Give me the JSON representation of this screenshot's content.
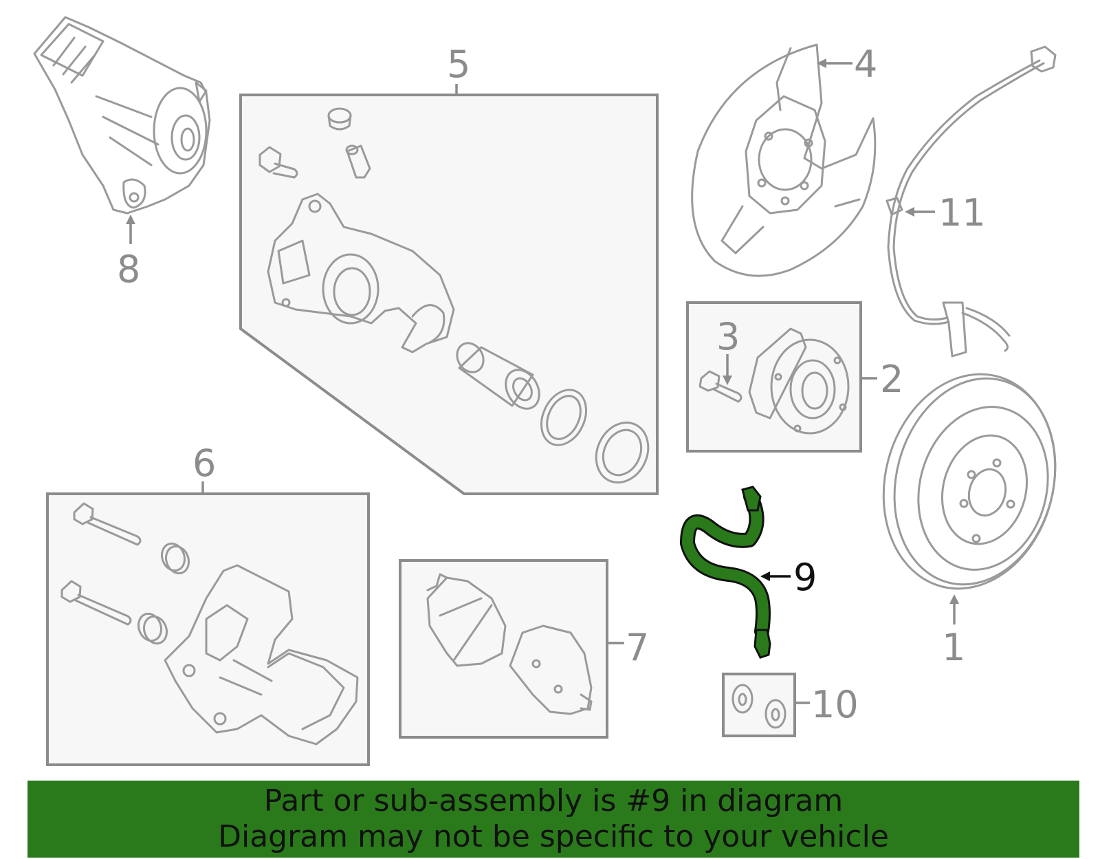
{
  "callouts": {
    "c1": "1",
    "c2": "2",
    "c3": "3",
    "c4": "4",
    "c5": "5",
    "c6": "6",
    "c7": "7",
    "c8": "8",
    "c9": "9",
    "c10": "10",
    "c11": "11"
  },
  "highlighted_part": "9",
  "banner": {
    "line1": "Part or sub-assembly is #9 in diagram",
    "line2": "Diagram may not be specific to your vehicle"
  },
  "colors": {
    "highlight": "#2a7a1b",
    "outline": "#9a9a9a",
    "box_fill": "#f7f7f7",
    "banner_bg": "#2a7a1b"
  }
}
